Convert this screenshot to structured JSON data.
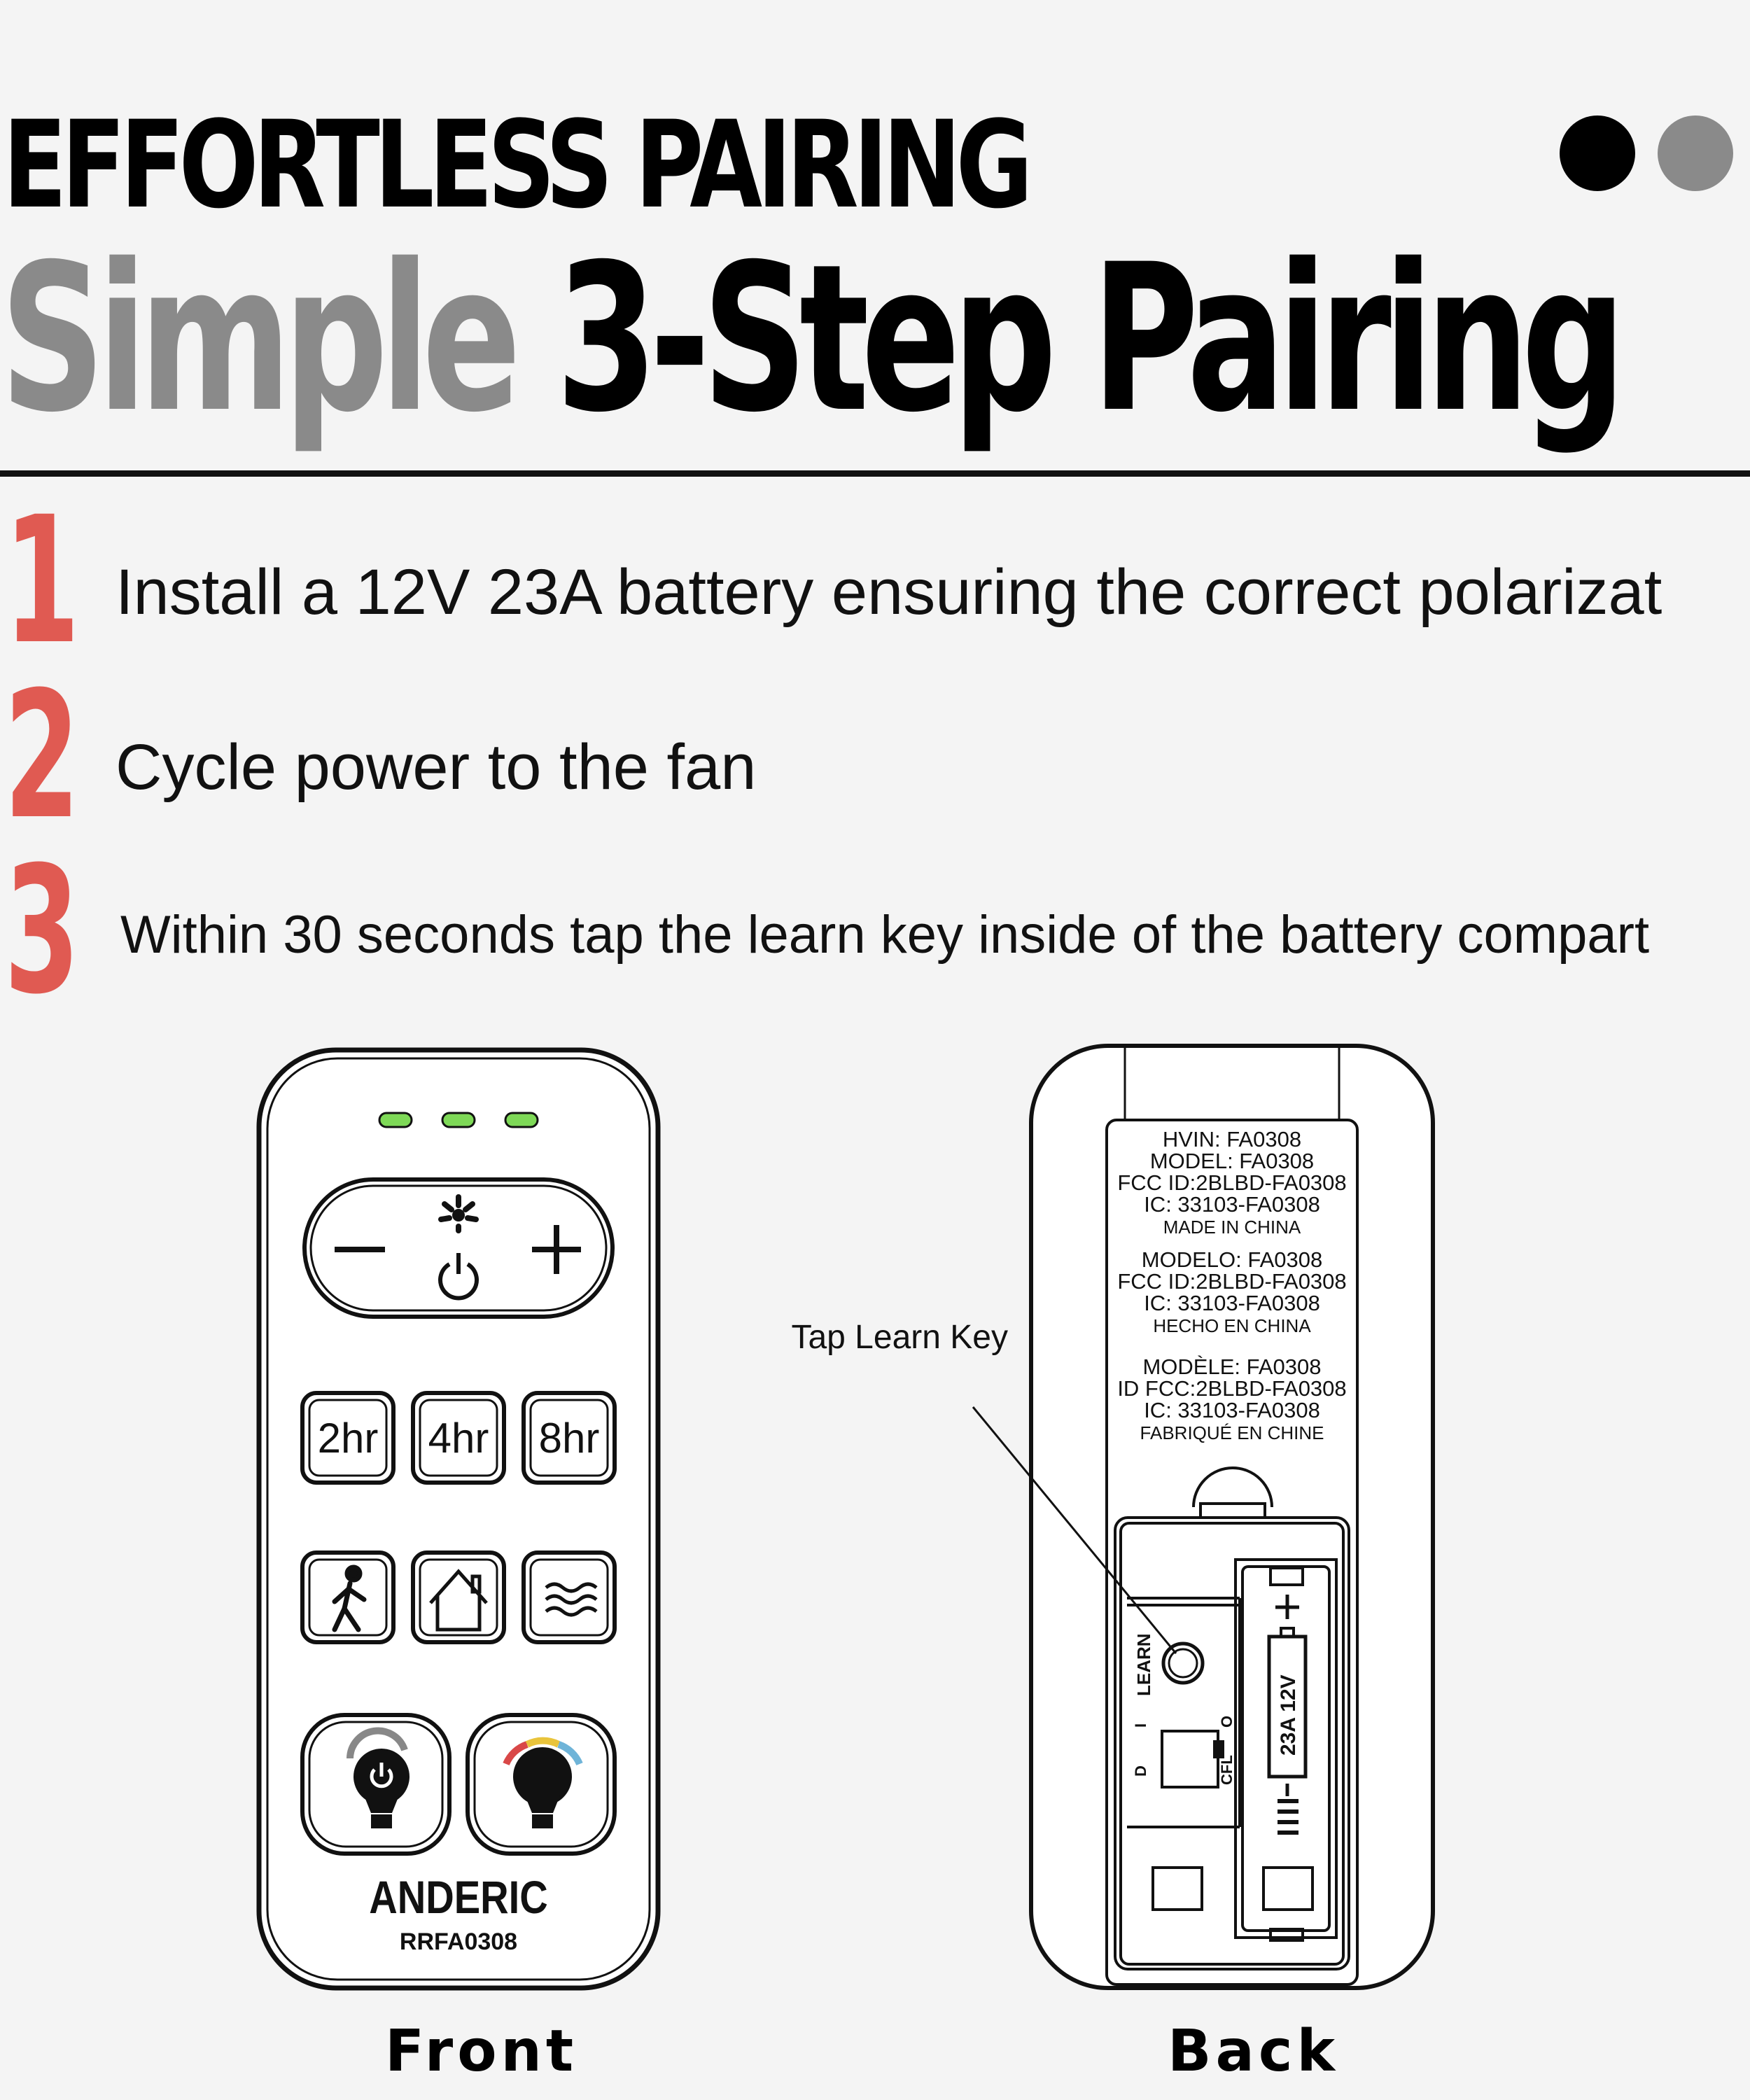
{
  "header": {
    "kicker": "EFFORTLESS PAIRING",
    "title_grey": "Simple",
    "title_black": "3-Step Pairing"
  },
  "carousel": {
    "dots": [
      "active",
      "inactive"
    ]
  },
  "steps": [
    {
      "number": "1",
      "text": "Install a 12V 23A battery ensuring the correct polarizat"
    },
    {
      "number": "2",
      "text": "Cycle power to the fan"
    },
    {
      "number": "3",
      "text": "Within 30 seconds tap the learn key inside of the battery compart"
    }
  ],
  "front": {
    "caption": "Front",
    "timer_buttons": [
      "2hr",
      "4hr",
      "8hr"
    ],
    "brand": "ANDERIC",
    "model": "RRFA0308",
    "indicator_color": "#7ed957"
  },
  "back": {
    "caption": "Back",
    "callout": "Tap Learn Key",
    "label_lines": [
      "HVIN: FA0308",
      "MODEL: FA0308",
      "FCC ID:2BLBD-FA0308",
      "IC: 33103-FA0308",
      "MADE IN CHINA",
      "MODELO: FA0308",
      "FCC ID:2BLBD-FA0308",
      "IC: 33103-FA0308",
      "HECHO EN CHINA",
      "MODÈLE: FA0308",
      "ID FCC:2BLBD-FA0308",
      "IC: 33103-FA0308",
      "FABRIQUÉ EN CHINE"
    ],
    "learn_label": "LEARN",
    "battery_label": "23A 12V",
    "switch_labels": [
      "D",
      "I",
      "O",
      "CFL"
    ]
  },
  "colors": {
    "accent_red": "#e05a52",
    "grey": "#8a8a8a"
  }
}
